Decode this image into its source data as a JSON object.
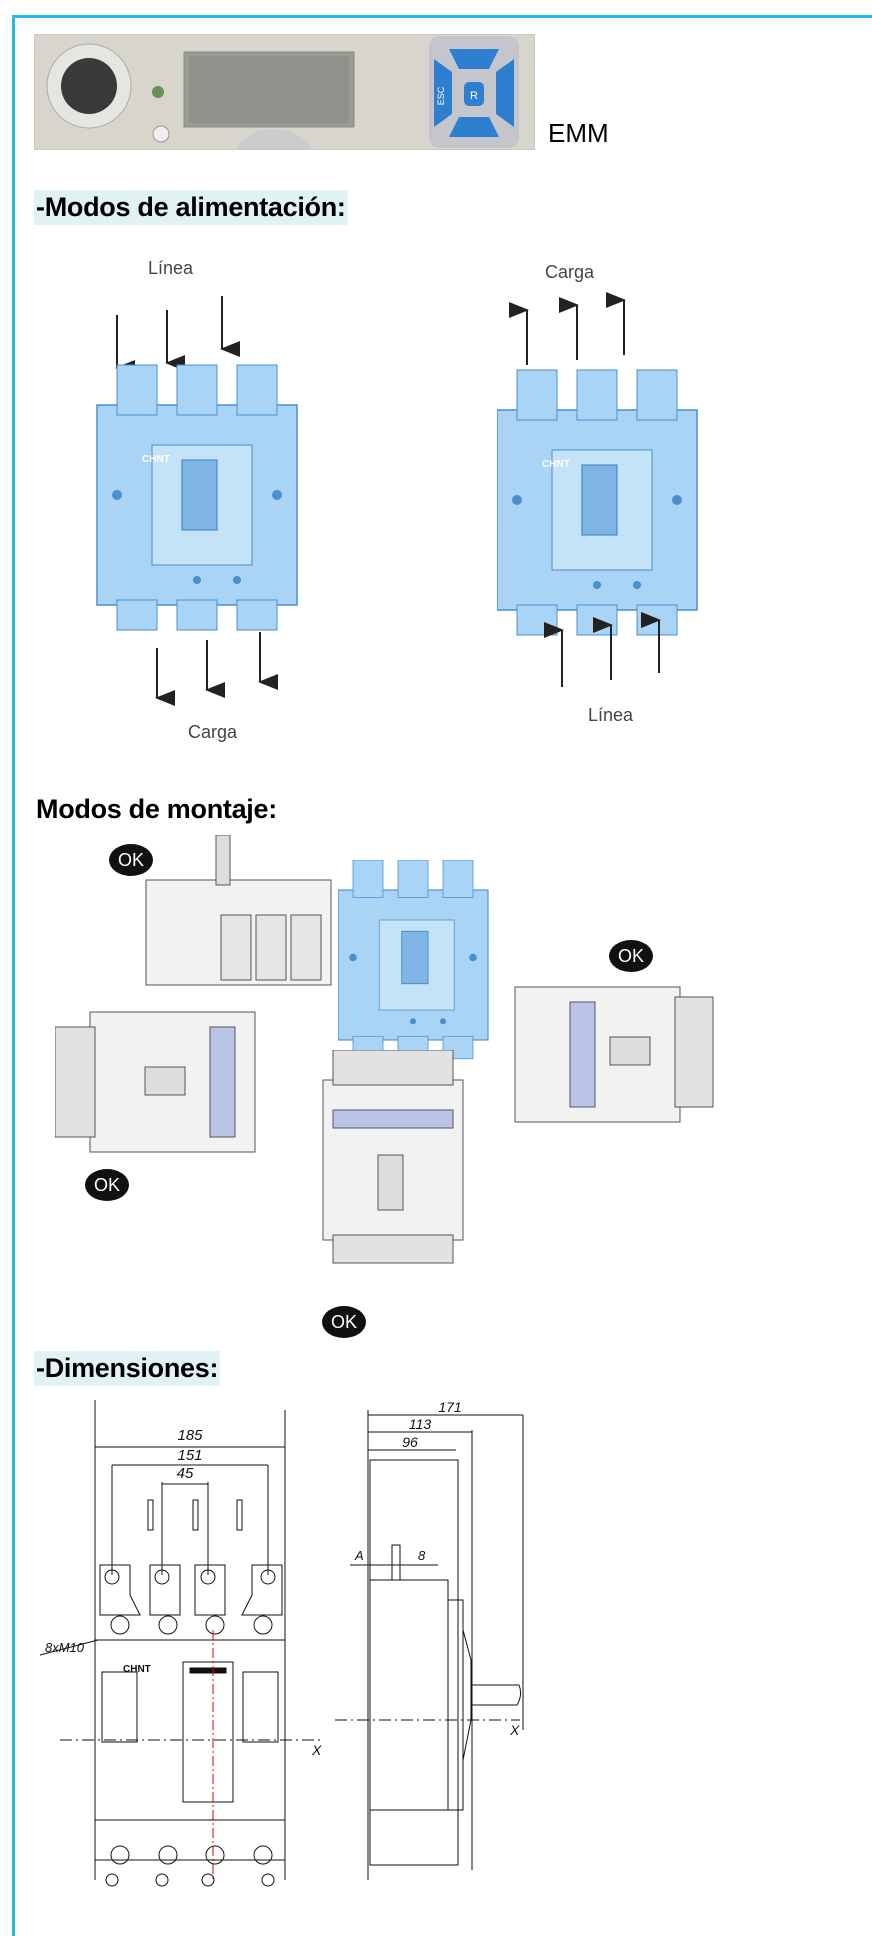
{
  "emm": {
    "label": "EMM",
    "panel_buttons": [
      "ESC",
      "R"
    ]
  },
  "sections": {
    "alimentacion": "-Modos de alimentación:",
    "montaje": "Modos de montaje:",
    "dimensiones": "-Dimensiones:"
  },
  "alimentacion": {
    "left": {
      "top_label": "Línea",
      "bottom_label": "Carga"
    },
    "right": {
      "top_label": "Carga",
      "bottom_label": "Línea"
    },
    "brand": "CHNT"
  },
  "montaje": {
    "ok_badges": [
      "OK",
      "OK",
      "OK",
      "OK"
    ]
  },
  "dimensiones": {
    "front": {
      "w185": "185",
      "w151": "151",
      "w45": "45",
      "screws": "8xM10",
      "axis": "X",
      "brand": "CHNT"
    },
    "side": {
      "d171": "171",
      "d113": "113",
      "d96": "96",
      "a": "A",
      "d8": "8",
      "axis": "X"
    }
  },
  "colors": {
    "frame": "#29b6f6",
    "heading_bg": "#e0f2f2",
    "breaker_blue": "#a9d4f5",
    "panel_blue": "#2f7fd0"
  }
}
